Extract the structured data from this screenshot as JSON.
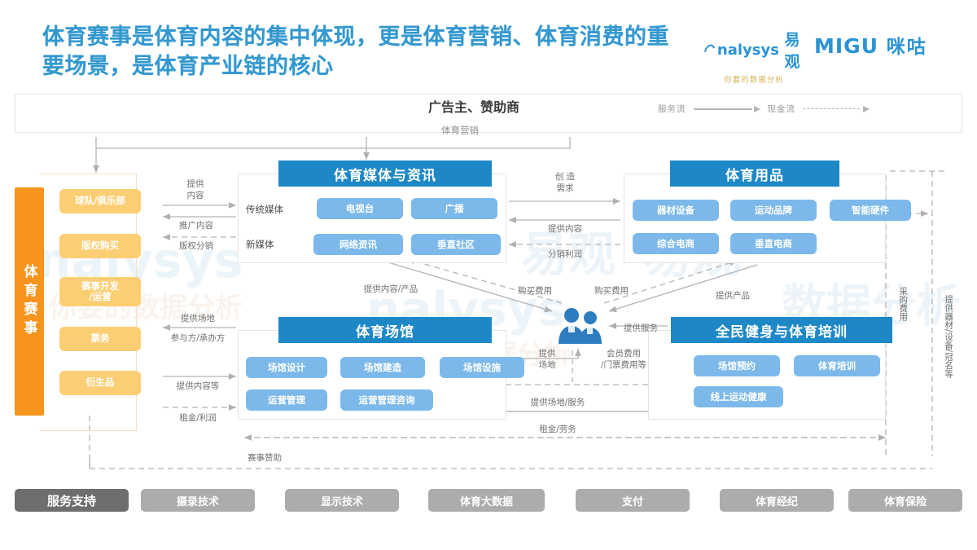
{
  "title": "体育赛事是体育内容的集中体现，更是体育营销、体育消费的重要场景，是体育产业链的核心",
  "logos": {
    "analysys_en": "nalysys",
    "analysys_cn": "易观",
    "analysys_tagline": "你要的数据分析",
    "migu_en": "MIGU",
    "migu_cn": "咪咕"
  },
  "advertiser": {
    "title": "广告主、赞助商",
    "subtitle": "体育营销"
  },
  "legend": {
    "service_flow": "服务流",
    "cash_flow": "现金流"
  },
  "sports_events": {
    "bar_label": "体育赛事",
    "items": [
      {
        "label": "球队/俱乐部"
      },
      {
        "label": "版权购买"
      },
      {
        "label": "赛事开发\n/运营"
      },
      {
        "label": "票务"
      },
      {
        "label": "衍生品"
      }
    ]
  },
  "modules": {
    "media": {
      "title": "体育媒体与资讯",
      "row_labels": [
        "传统媒体",
        "新媒体"
      ],
      "chips": [
        "电视台",
        "广播",
        "网络资讯",
        "垂直社区"
      ]
    },
    "goods": {
      "title": "体育用品",
      "chips": [
        "器材设备",
        "运动品牌",
        "智能硬件",
        "综合电商",
        "垂直电商"
      ]
    },
    "venue": {
      "title": "体育场馆",
      "chips": [
        "场馆设计",
        "场馆建造",
        "场馆设施",
        "运营管理",
        "运营管理咨询"
      ]
    },
    "fitness": {
      "title": "全民健身与体育培训",
      "chips": [
        "场馆预约",
        "体育培训",
        "线上运动健康"
      ]
    }
  },
  "flow_labels": {
    "provide_content": "提供\n内容",
    "promote_content": "推广内容",
    "copyright_distribution": "版权分销",
    "provide_venue_left": "提供场地",
    "participant_organizer": "参与方/承办方",
    "provide_content_etc": "提供内容等",
    "rent_profit_left": "租金/利润",
    "create_demand": "创 造\n需求",
    "provide_content_mid": "提供内容",
    "distribution_profit": "分销利润",
    "provide_content_product": "提供内容/产品",
    "provide_product": "提供产品",
    "purchase_fee_left": "购买费用",
    "purchase_fee_right": "购买费用",
    "provide_service": "提供服务",
    "provide_venue_center": "提供\n场地",
    "member_ticket_fee": "会员费用\n/门票费用等",
    "provide_venue_service": "提供场地/服务",
    "rent_labor": "租金/劳务",
    "event_sponsorship": "赛事赞助",
    "procurement_fee": "采购费用",
    "provide_equipment": "提供器材/设备/冠名等"
  },
  "support": {
    "items": [
      "服务支持",
      "摄录技术",
      "显示技术",
      "体育大数据",
      "支付",
      "体育经纪",
      "体育保险"
    ]
  },
  "colors": {
    "title_blue": "#3398cf",
    "module_header": "#1E88C7",
    "chip_blue": "#7CB9EA",
    "orange_bar": "#F7941D",
    "orange_item": "#FCCE74",
    "support_gray": "#ACACAC",
    "support_dark": "#6E6E6E"
  },
  "watermarks": [
    "nalysys",
    "你要的数据分析",
    "易观",
    "数据分析"
  ]
}
